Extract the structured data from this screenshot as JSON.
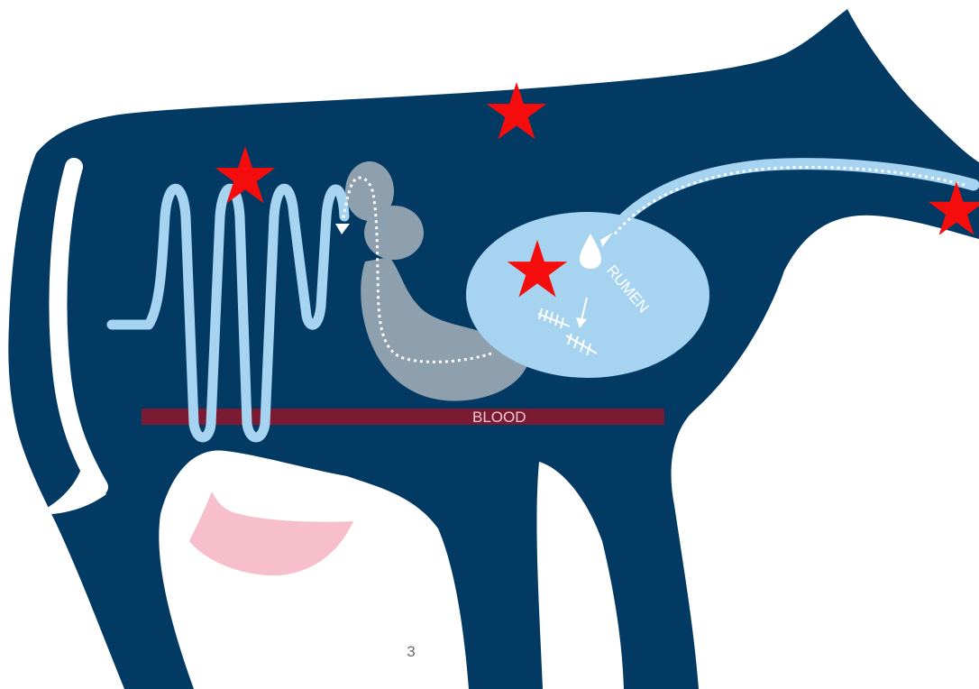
{
  "diagram": {
    "labels": {
      "rumen": "RUMEN",
      "blood": "BLOOD",
      "page_number": "3"
    },
    "markers": [
      {
        "name": "back-star",
        "icon": "star-icon"
      },
      {
        "name": "intestine-star",
        "icon": "star-icon"
      },
      {
        "name": "rumen-star",
        "icon": "star-icon"
      },
      {
        "name": "mouth-star",
        "icon": "star-icon"
      }
    ],
    "icons": [
      "water-drop-icon",
      "fiber-icon",
      "arrow-down-icon",
      "dotted-arrow-icon"
    ],
    "colors": {
      "body": "#023a63",
      "digestive_tract": "#a6d3f0",
      "stomach_chambers": "#8e9fad",
      "rumen": "#a6d3f0",
      "blood_band": "#7a1a33",
      "udder": "#f6bfcb",
      "star": "#f50d0d",
      "background": "#ffffff"
    }
  }
}
